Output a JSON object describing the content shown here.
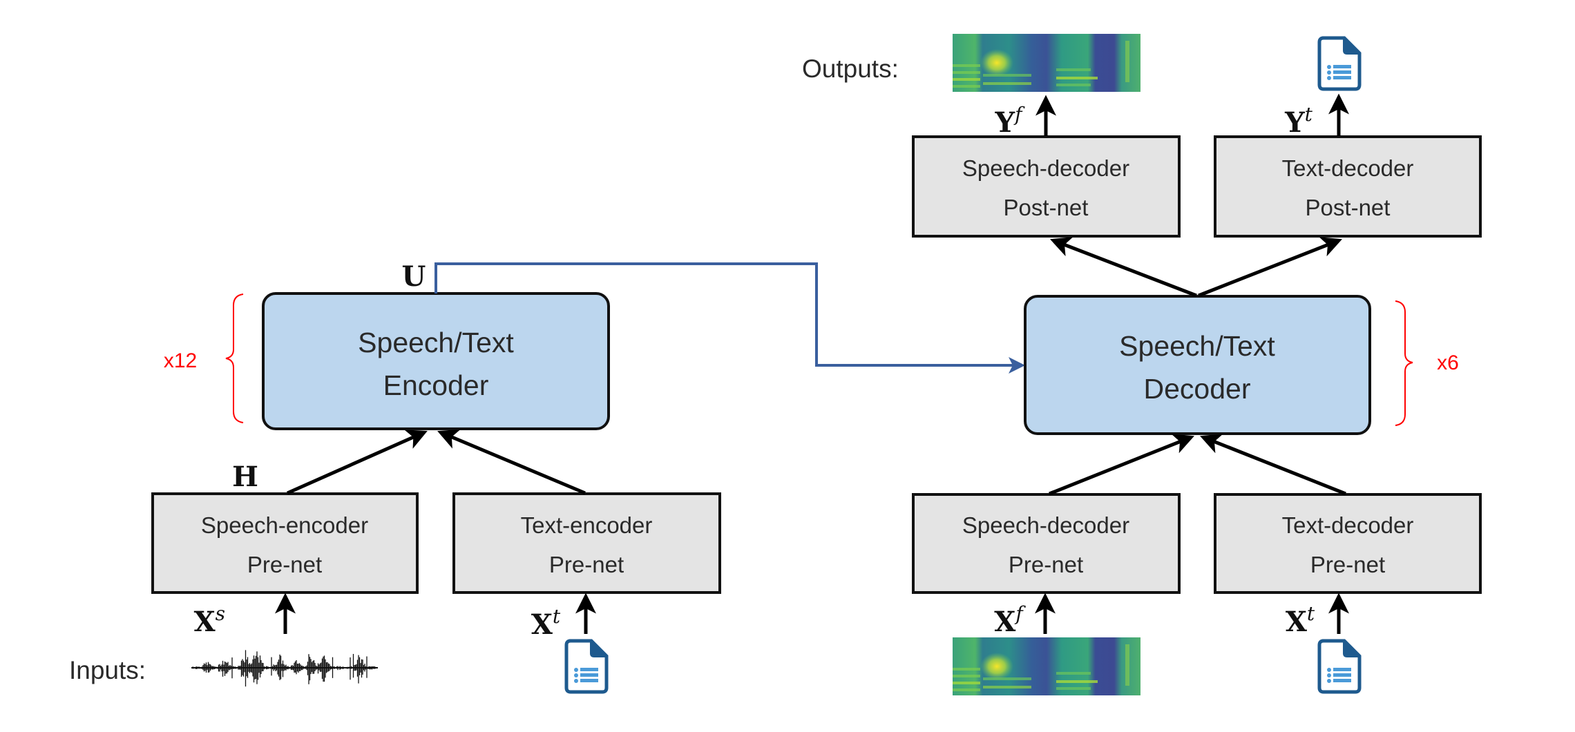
{
  "encoder": {
    "core": {
      "line1": "Speech/Text",
      "line2": "Encoder",
      "repeat": "x12"
    },
    "speech_prenet": {
      "line1": "Speech-encoder",
      "line2": "Pre-net"
    },
    "text_prenet": {
      "line1": "Text-encoder",
      "line2": "Pre-net"
    },
    "hidden_label": "H",
    "output_label": "U",
    "speech_input": {
      "symbol": "X",
      "sup": "s"
    },
    "text_input": {
      "symbol": "X",
      "sup": "t"
    }
  },
  "decoder": {
    "core": {
      "line1": "Speech/Text",
      "line2": "Decoder",
      "repeat": "x6"
    },
    "speech_prenet": {
      "line1": "Speech-decoder",
      "line2": "Pre-net"
    },
    "text_prenet": {
      "line1": "Text-decoder",
      "line2": "Pre-net"
    },
    "speech_postnet": {
      "line1": "Speech-decoder",
      "line2": "Post-net"
    },
    "text_postnet": {
      "line1": "Text-decoder",
      "line2": "Post-net"
    },
    "speech_input": {
      "symbol": "X",
      "sup": "f"
    },
    "text_input": {
      "symbol": "X",
      "sup": "t"
    },
    "speech_output": {
      "symbol": "Y",
      "sup": "f"
    },
    "text_output": {
      "symbol": "Y",
      "sup": "t"
    }
  },
  "labels": {
    "inputs": "Inputs:",
    "outputs": "Outputs:"
  },
  "icons": {
    "waveform": "audio-waveform",
    "spectrogram": "spectrogram",
    "document": "text-document"
  },
  "colors": {
    "core_fill": "#bcd6ee",
    "prenet_fill": "#e4e4e4",
    "cross_attention": "#3a5f9e",
    "repeat_label": "#ff0000",
    "doc_dark": "#1e5a8e",
    "doc_light": "#4a9ad8"
  }
}
